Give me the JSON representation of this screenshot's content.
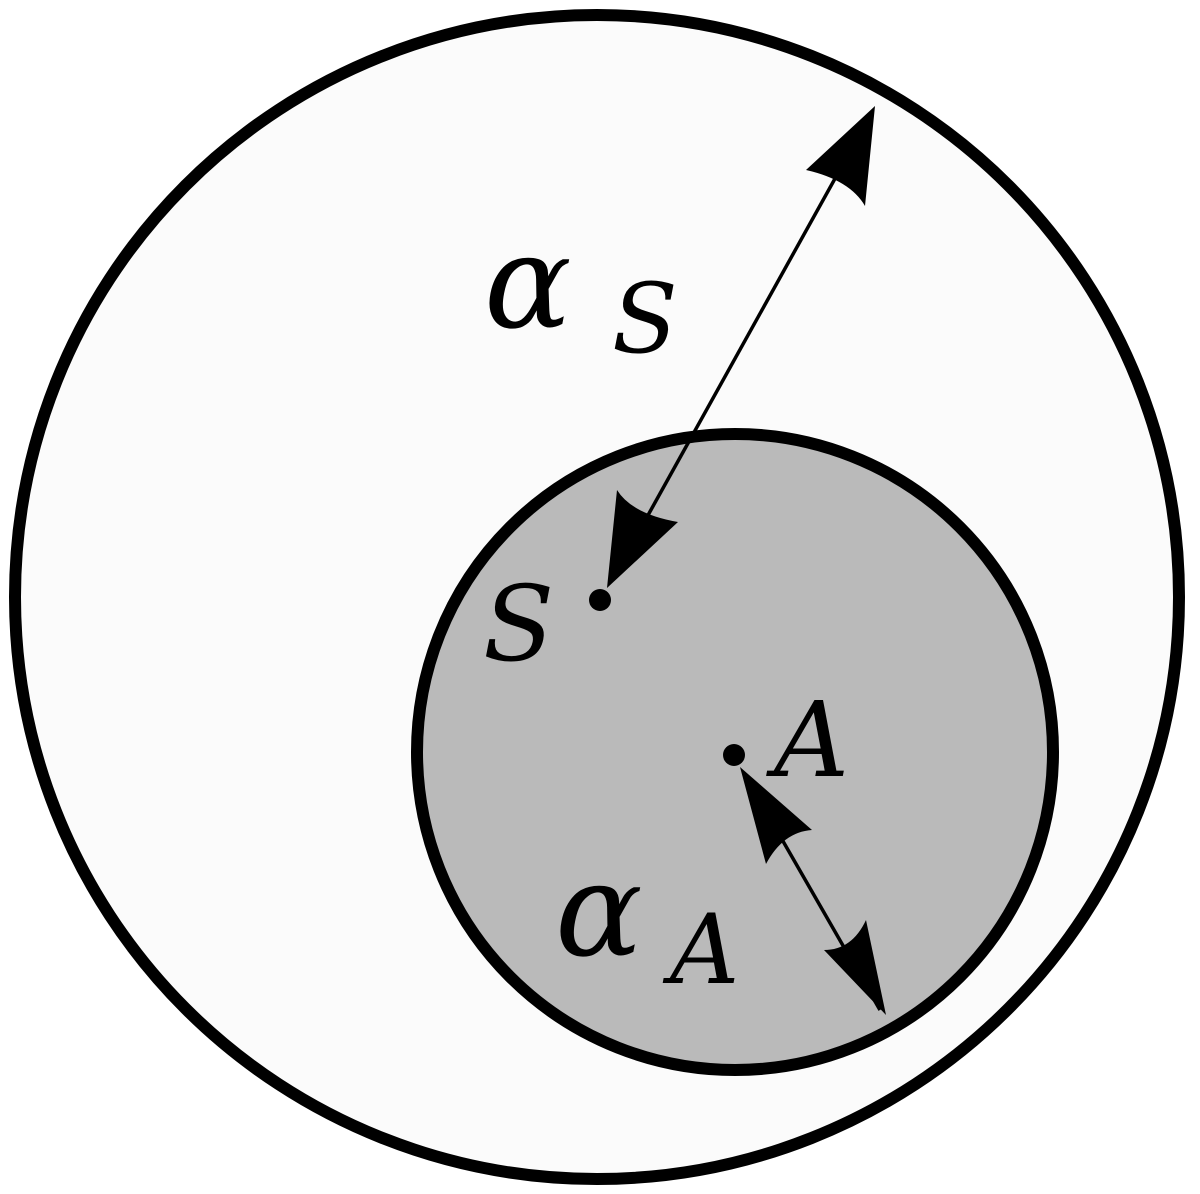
{
  "labels": {
    "alpha_s": "α",
    "alpha_s_sub": "S",
    "point_s": "S",
    "point_a": "A",
    "alpha_a": "α",
    "alpha_a_sub": "A"
  },
  "colors": {
    "outer_fill": "#fbfbfb",
    "inner_fill": "#bababa",
    "stroke": "#000000"
  }
}
